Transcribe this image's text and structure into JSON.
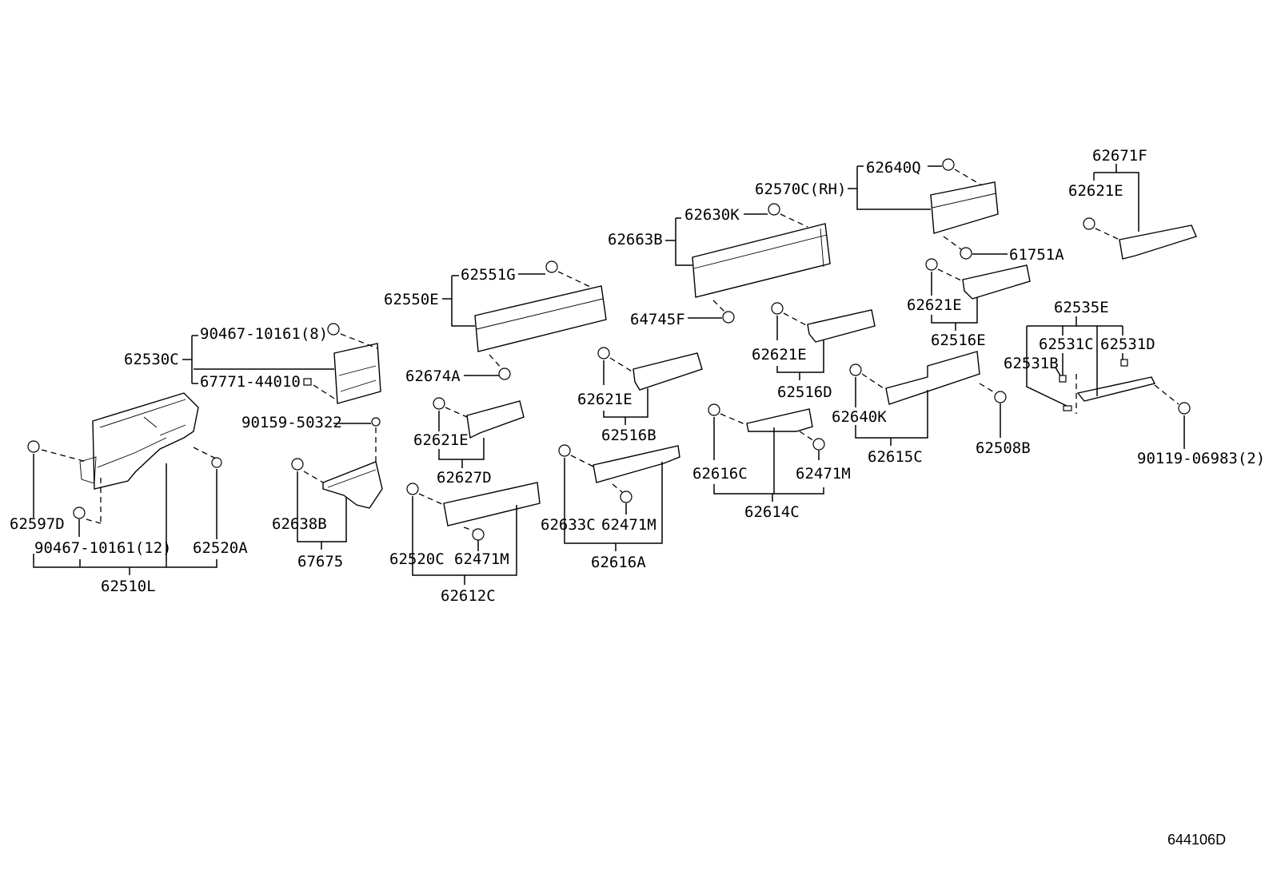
{
  "labels": {
    "p62671F": "62671F",
    "p62621E_a": "62621E",
    "p62640Q": "62640Q",
    "p62570C": "62570C(RH)",
    "p62630K": "62630K",
    "p62663B": "62663B",
    "p61751A": "61751A",
    "p62551G": "62551G",
    "p62550E": "62550E",
    "p64745F": "64745F",
    "p62621E_b": "62621E",
    "p62535E": "62535E",
    "p62516E": "62516E",
    "p62531C": "62531C",
    "p62531D": "62531D",
    "p62531B": "62531B",
    "p90467_8": "90467-10161(8)",
    "p62530C": "62530C",
    "p67771": "67771-44010",
    "p62674A": "62674A",
    "p62621E_c": "62621E",
    "p62516D": "62516D",
    "p62621E_d": "62621E",
    "p62516B": "62516B",
    "p62640K": "62640K",
    "p62615C": "62615C",
    "p62508B": "62508B",
    "p90159": "90159-50322",
    "p62621E_e": "62621E",
    "p62627D": "62627D",
    "p62616C": "62616C",
    "p62471M_a": "62471M",
    "p62614C": "62614C",
    "p90119": "90119-06983(2)",
    "p62597D": "62597D",
    "p62638B": "62638B",
    "p62633C": "62633C",
    "p62471M_b": "62471M",
    "p90467_12": "90467-10161(12)",
    "p62520A": "62520A",
    "p67675": "67675",
    "p62616A": "62616A",
    "p62520C": "62520C",
    "p62471M_c": "62471M",
    "p62510L": "62510L",
    "p62612C": "62612C"
  },
  "figure_id": "644106D"
}
